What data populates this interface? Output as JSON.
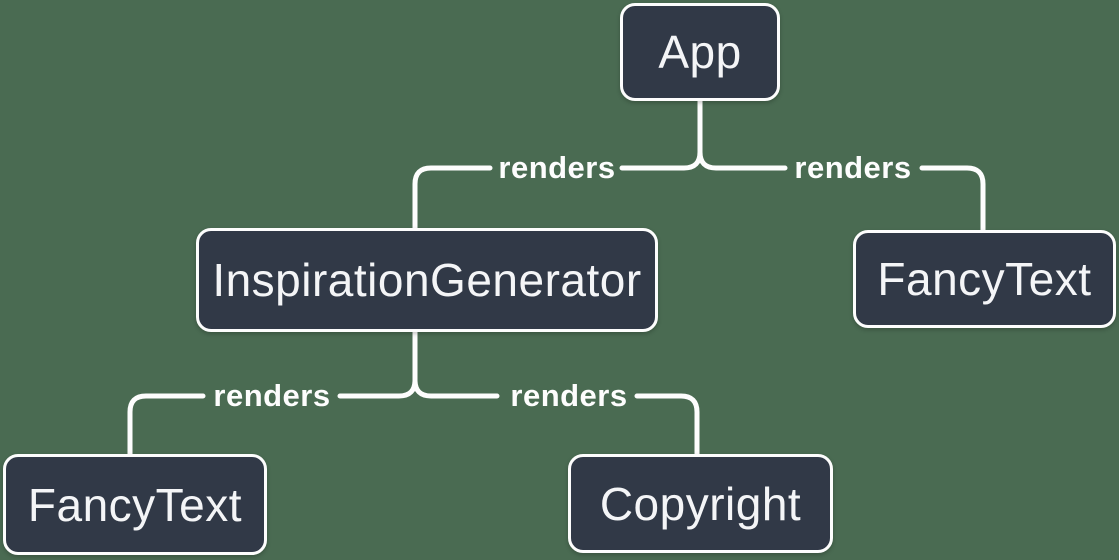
{
  "diagram": {
    "type": "component-render-tree",
    "colors": {
      "background": "#4a6b52",
      "node_fill": "#313947",
      "node_border": "#fdfdfd",
      "node_text": "#f4f5f7",
      "connector": "#fdfdfd",
      "edge_label_text": "#fdfdfd"
    },
    "nodes": [
      {
        "id": "app",
        "label": "App"
      },
      {
        "id": "inspiration-generator",
        "label": "InspirationGenerator"
      },
      {
        "id": "fancy-text-top",
        "label": "FancyText"
      },
      {
        "id": "fancy-text-bottom",
        "label": "FancyText"
      },
      {
        "id": "copyright",
        "label": "Copyright"
      }
    ],
    "edges": [
      {
        "from": "App",
        "to": "InspirationGenerator",
        "label": "renders"
      },
      {
        "from": "App",
        "to": "FancyText",
        "label": "renders"
      },
      {
        "from": "InspirationGenerator",
        "to": "FancyText",
        "label": "renders"
      },
      {
        "from": "InspirationGenerator",
        "to": "Copyright",
        "label": "renders"
      }
    ]
  }
}
